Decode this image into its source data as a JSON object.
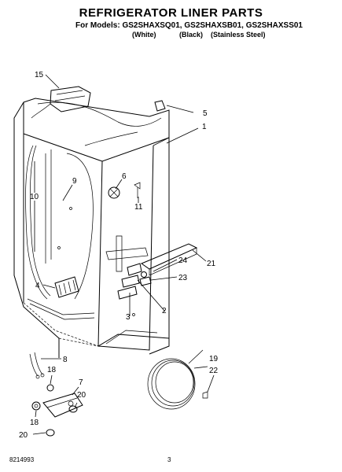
{
  "header": {
    "title": "REFRIGERATOR LINER PARTS",
    "models_line": "For Models: GS2SHAXSQ01, GS2SHAXSB01, GS2SHAXSS01",
    "color_white": "(White)",
    "color_black": "(Black)",
    "color_stainless": "(Stainless Steel)"
  },
  "callouts": {
    "c15": "15",
    "c5": "5",
    "c1": "1",
    "c10": "10",
    "c9": "9",
    "c6": "6",
    "c11": "11",
    "c24": "24",
    "c21": "21",
    "c23": "23",
    "c4": "4",
    "c2": "2",
    "c3": "3",
    "c8": "8",
    "c18a": "18",
    "c7": "7",
    "c20a": "20",
    "c18b": "18",
    "c20b": "20",
    "c19": "19",
    "c22": "22"
  },
  "footer": {
    "doc_number": "8214993",
    "page_number": "3"
  }
}
